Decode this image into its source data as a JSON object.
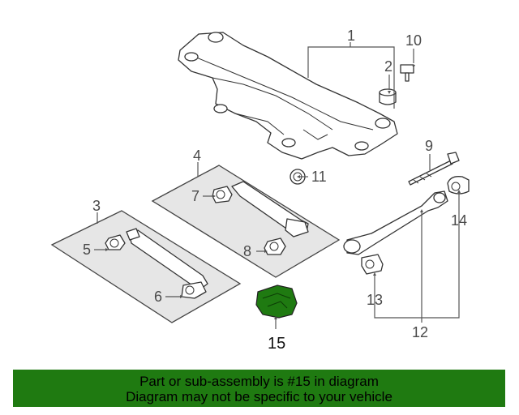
{
  "callouts": {
    "c1": "1",
    "c2": "2",
    "c3": "3",
    "c4": "4",
    "c5": "5",
    "c6": "6",
    "c7": "7",
    "c8": "8",
    "c9": "9",
    "c10": "10",
    "c11": "11",
    "c12": "12",
    "c13": "13",
    "c14": "14",
    "c15": "15"
  },
  "highlight_color": "#1f7a11",
  "banner": {
    "line1": "Part or sub-assembly is #15 in diagram",
    "line2": "Diagram may not be specific to your vehicle"
  }
}
